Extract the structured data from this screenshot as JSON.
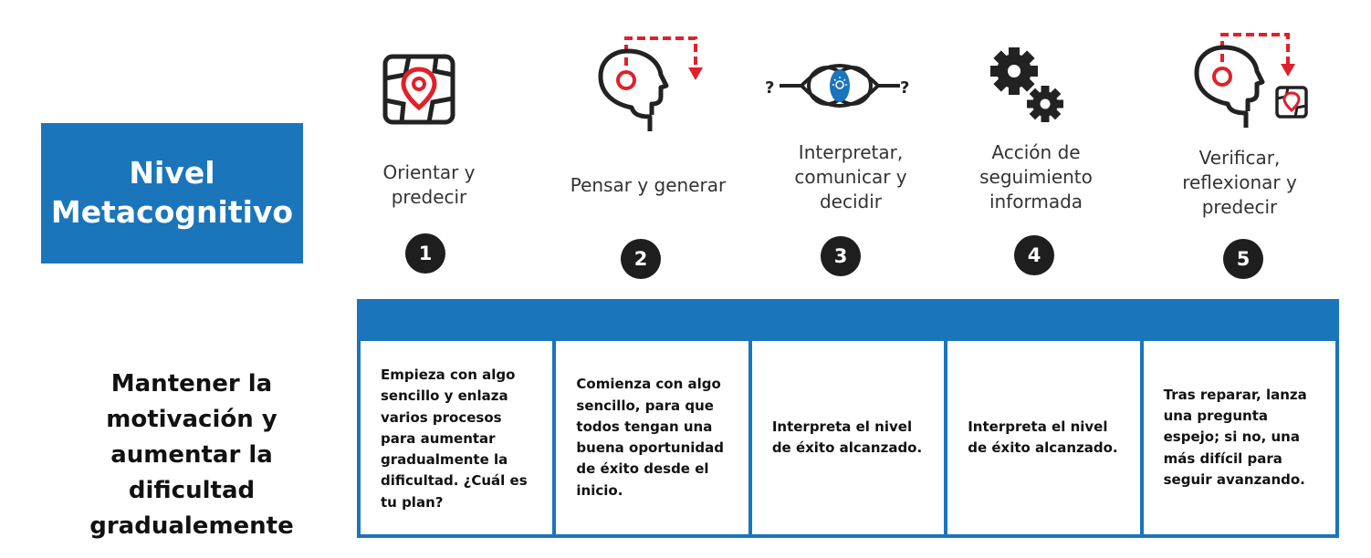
{
  "level": {
    "line1": "Nivel",
    "line2": "Metacognitivo"
  },
  "steps": [
    {
      "number": "1",
      "title": "Orientar y\npredecir",
      "icon": "map-pin-icon"
    },
    {
      "number": "2",
      "title": "Pensar y generar",
      "icon": "head-thinking-icon"
    },
    {
      "number": "3",
      "title": "Interpretar,\ncomunicar y\ndecidir",
      "icon": "eye-lightbulb-icon"
    },
    {
      "number": "4",
      "title": "Acción de\nseguimiento\ninformada",
      "icon": "gears-icon"
    },
    {
      "number": "5",
      "title": "Verificar,\nreflexionar y\npredecir",
      "icon": "head-map-icon"
    }
  ],
  "side_text": "Mantener la motivación y aumentar la dificultad gradualemente",
  "cells": [
    "Empieza con algo sencillo y enlaza varios procesos para aumentar gradualmente la dificultad. ¿Cuál es tu plan?",
    "Comienza con algo sencillo, para que todos tengan una buena oportunidad de éxito desde el inicio.",
    "Interpreta el nivel de éxito alcanzado.",
    "Interpreta el nivel de éxito alcanzado.",
    "Tras reparar, lanza una pregunta espejo; si no, una más difícil para seguir avanzando."
  ],
  "colors": {
    "accent": "#1a75bb",
    "red": "#e0202a",
    "dark": "#1e1e1e"
  }
}
